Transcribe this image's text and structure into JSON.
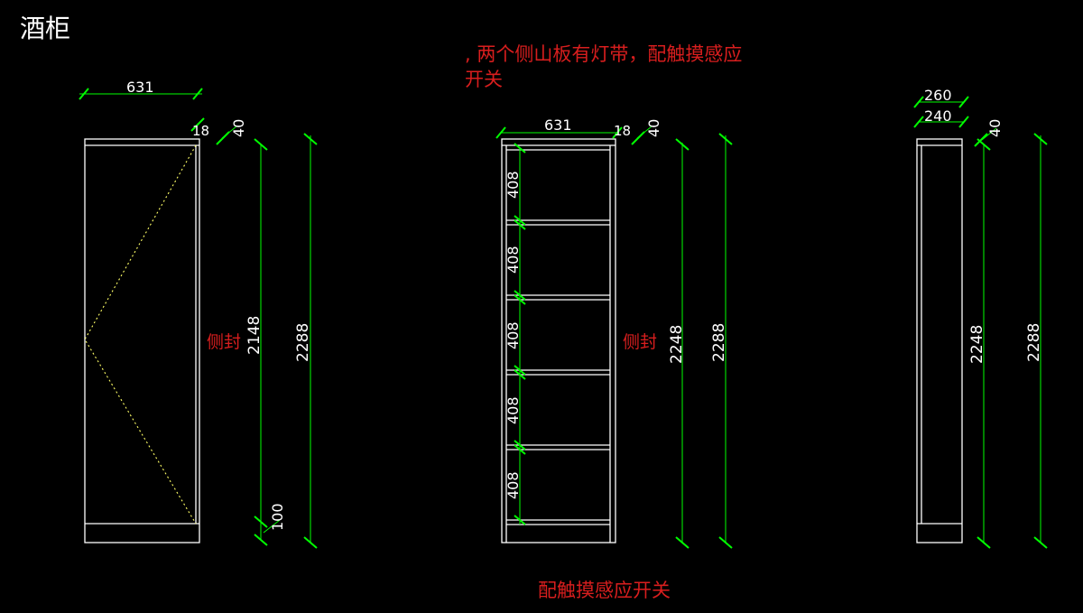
{
  "title": "酒柜",
  "notes": {
    "top_line1": ", 两个侧山板有灯带，配触摸感应",
    "top_line2": "开关",
    "bottom": "配触摸感应开关",
    "side_seal_left": "侧封",
    "side_seal_middle": "侧封"
  },
  "dimensions": {
    "left_width": "631",
    "left_thickness": "18",
    "left_top": "40",
    "left_inner_height": "2148",
    "left_total_height": "2288",
    "left_plinth": "100",
    "mid_width": "631",
    "mid_thickness": "18",
    "mid_top": "40",
    "mid_shelf_1": "408",
    "mid_shelf_2": "408",
    "mid_shelf_3": "408",
    "mid_shelf_4": "408",
    "mid_shelf_5": "408",
    "mid_inner_height": "2248",
    "mid_total_height": "2288",
    "right_depth_outer": "260",
    "right_depth_inner": "240",
    "right_top": "40",
    "right_inner_height": "2248",
    "right_total_height": "2288"
  },
  "colors": {
    "background": "#000000",
    "outline": "#ffffff",
    "dimension": "#00ff00",
    "note": "#d81e1e",
    "door_swing": "#ffff66"
  }
}
